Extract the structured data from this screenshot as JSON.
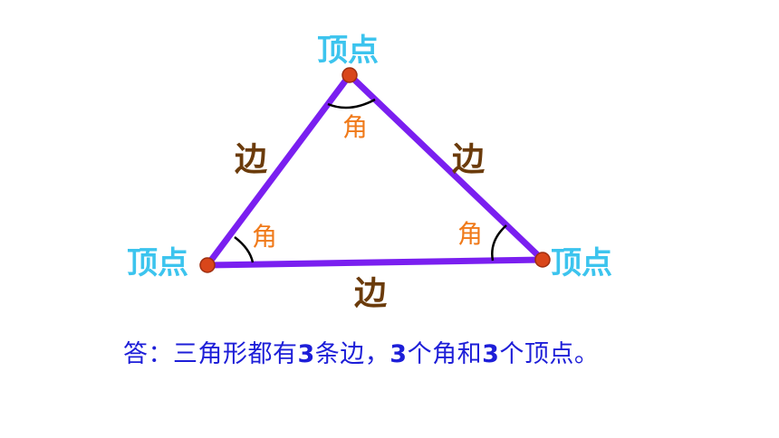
{
  "diagram": {
    "vertex_label": "顶点",
    "edge_label": "边",
    "angle_label": "角",
    "colors": {
      "edge": "#7a1ff0",
      "vertex_label": "#3cc4ee",
      "edge_label": "#6b3b0b",
      "angle_label": "#f07a1a",
      "vertex_dot": "#d9461a",
      "answer": "#1d1ed8"
    }
  },
  "answer": {
    "part1": "答：三角形都有",
    "num1": "3",
    "part2": "条边，",
    "num2": "3",
    "part3": "个角和",
    "num3": "3",
    "part4": "个顶点。"
  }
}
